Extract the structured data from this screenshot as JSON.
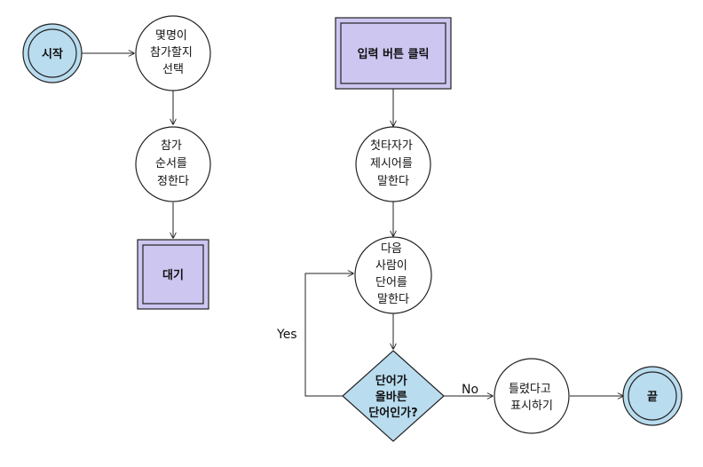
{
  "colors": {
    "terminal_fill": "#b9dcef",
    "process_fill": "#cdc6f1",
    "decision_fill": "#b9dcef",
    "circle_fill": "#ffffff",
    "stroke": "#222222"
  },
  "nodes": {
    "start": {
      "label": "시작"
    },
    "choose_players": {
      "lines": [
        "몇명이",
        "참가할지",
        "선택"
      ]
    },
    "order": {
      "lines": [
        "참가",
        "순서를",
        "정한다"
      ]
    },
    "wait": {
      "label": "대기"
    },
    "input_click": {
      "label": "입력 버튼 클릭"
    },
    "first_word": {
      "lines": [
        "첫타자가",
        "제시어를",
        "말한다"
      ]
    },
    "next_word": {
      "lines": [
        "다음",
        "사람이",
        "단어를",
        "말한다"
      ]
    },
    "check": {
      "lines": [
        "단어가",
        "올바른",
        "단어인가?"
      ]
    },
    "wrong": {
      "lines": [
        "틀렸다고",
        "표시하기"
      ]
    },
    "end": {
      "label": "끝"
    }
  },
  "edges": {
    "yes_label": "Yes",
    "no_label": "No"
  }
}
